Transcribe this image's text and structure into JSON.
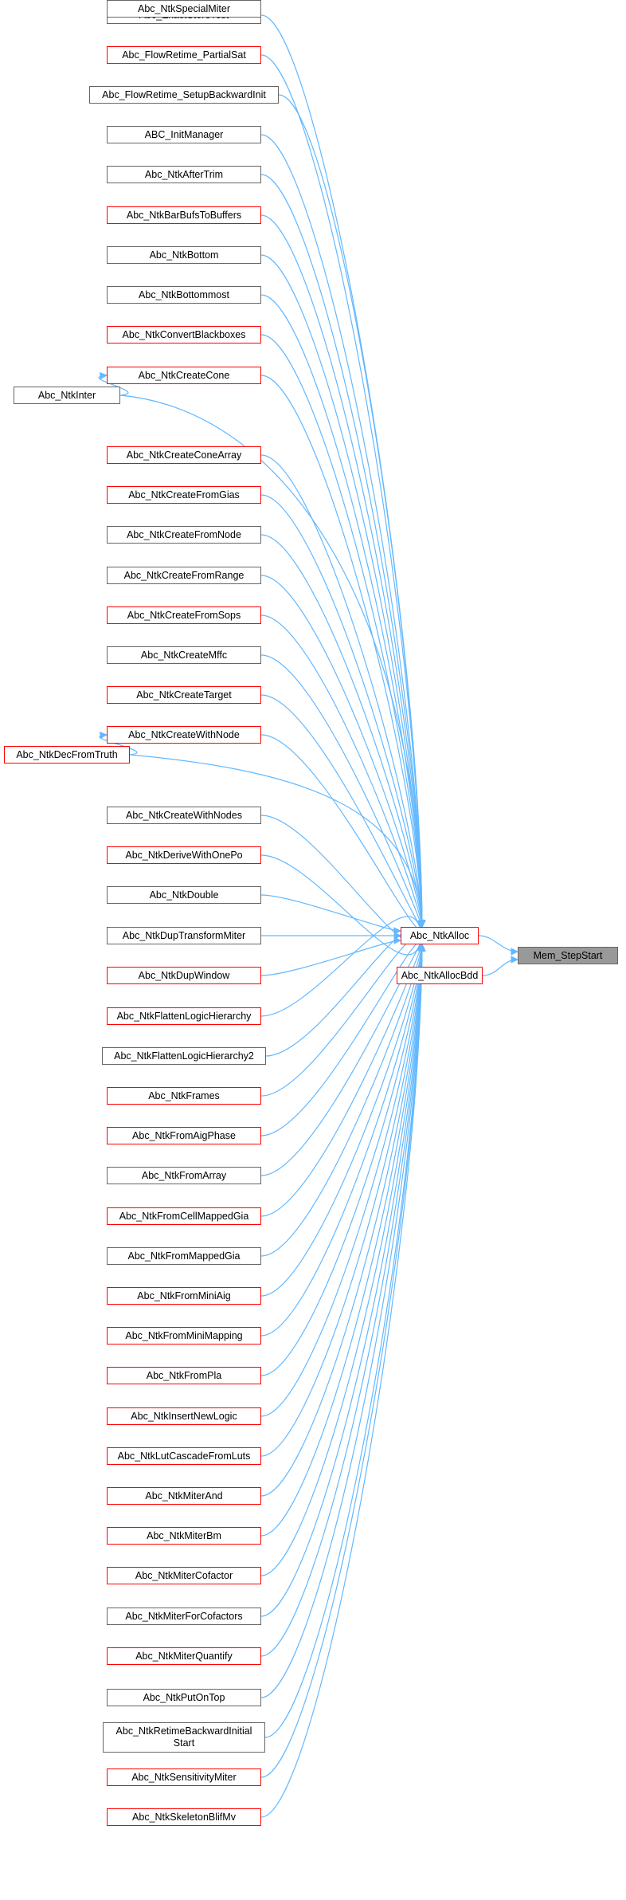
{
  "diagram": {
    "title": "Call graph of Mem_StepStart",
    "colors": {
      "edge": "#63b8ff",
      "node_border": "#666666",
      "node_border_red": "#ff0000",
      "focus_fill": "#999999"
    },
    "target": {
      "id": "mem_stepstart",
      "label": "Mem_StepStart"
    },
    "hubs": [
      {
        "id": "abc_ntkalloc",
        "label": "Abc_NtkAlloc",
        "red": true
      },
      {
        "id": "abc_ntkallocbdd",
        "label": "Abc_NtkAllocBdd",
        "red": true
      }
    ],
    "callers": [
      {
        "id": "abc_exactstoretest",
        "label": "Abc_ExactStoreTest",
        "red": false
      },
      {
        "id": "abc_flowretime_partialsat",
        "label": "Abc_FlowRetime_PartialSat",
        "red": true
      },
      {
        "id": "abc_flowretime_setupbackwardinit",
        "label": "Abc_FlowRetime_SetupBackwardInit",
        "red": false
      },
      {
        "id": "abc_initmanager",
        "label": "ABC_InitManager",
        "red": false
      },
      {
        "id": "abc_ntkaftertrim",
        "label": "Abc_NtkAfterTrim",
        "red": false
      },
      {
        "id": "abc_ntkbarbufstobuffers",
        "label": "Abc_NtkBarBufsToBuffers",
        "red": true
      },
      {
        "id": "abc_ntkbottom",
        "label": "Abc_NtkBottom",
        "red": false
      },
      {
        "id": "abc_ntkbottommost",
        "label": "Abc_NtkBottommost",
        "red": false
      },
      {
        "id": "abc_ntkconvertblackboxes",
        "label": "Abc_NtkConvertBlackboxes",
        "red": true
      },
      {
        "id": "abc_ntkcreatecone",
        "label": "Abc_NtkCreateCone",
        "red": true
      },
      {
        "id": "abc_ntkcreateconearray",
        "label": "Abc_NtkCreateConeArray",
        "red": true
      },
      {
        "id": "abc_ntkcreatefromgias",
        "label": "Abc_NtkCreateFromGias",
        "red": true
      },
      {
        "id": "abc_ntkcreatefromnode",
        "label": "Abc_NtkCreateFromNode",
        "red": false
      },
      {
        "id": "abc_ntkcreatefromrange",
        "label": "Abc_NtkCreateFromRange",
        "red": false
      },
      {
        "id": "abc_ntkcreatefromsops",
        "label": "Abc_NtkCreateFromSops",
        "red": true
      },
      {
        "id": "abc_ntkcreatemffc",
        "label": "Abc_NtkCreateMffc",
        "red": false
      },
      {
        "id": "abc_ntkcreatetarget",
        "label": "Abc_NtkCreateTarget",
        "red": true
      },
      {
        "id": "abc_ntkcreatewithnode",
        "label": "Abc_NtkCreateWithNode",
        "red": true
      },
      {
        "id": "abc_ntkcreatewithnodes",
        "label": "Abc_NtkCreateWithNodes",
        "red": false
      },
      {
        "id": "abc_ntkderivewithonepo",
        "label": "Abc_NtkDeriveWithOnePo",
        "red": true
      },
      {
        "id": "abc_ntkdouble",
        "label": "Abc_NtkDouble",
        "red": false
      },
      {
        "id": "abc_ntkduptransformmiter",
        "label": "Abc_NtkDupTransformMiter",
        "red": false
      },
      {
        "id": "abc_ntkdupwindow",
        "label": "Abc_NtkDupWindow",
        "red": true
      },
      {
        "id": "abc_ntkflattenlogichierarchy",
        "label": "Abc_NtkFlattenLogicHierarchy",
        "red": true
      },
      {
        "id": "abc_ntkflattenlogichierarchy2",
        "label": "Abc_NtkFlattenLogicHierarchy2",
        "red": false
      },
      {
        "id": "abc_ntkframes",
        "label": "Abc_NtkFrames",
        "red": true
      },
      {
        "id": "abc_ntkfromaigphase",
        "label": "Abc_NtkFromAigPhase",
        "red": true
      },
      {
        "id": "abc_ntkfromarray",
        "label": "Abc_NtkFromArray",
        "red": false
      },
      {
        "id": "abc_ntkfromcellmappedgia",
        "label": "Abc_NtkFromCellMappedGia",
        "red": true
      },
      {
        "id": "abc_ntkfrommappedgia",
        "label": "Abc_NtkFromMappedGia",
        "red": false
      },
      {
        "id": "abc_ntkfromminiaig",
        "label": "Abc_NtkFromMiniAig",
        "red": true
      },
      {
        "id": "abc_ntkfromminimapping",
        "label": "Abc_NtkFromMiniMapping",
        "red": true
      },
      {
        "id": "abc_ntkfrompla",
        "label": "Abc_NtkFromPla",
        "red": true
      },
      {
        "id": "abc_ntkinsertnewlogic",
        "label": "Abc_NtkInsertNewLogic",
        "red": true
      },
      {
        "id": "abc_ntklutcascadefromluts",
        "label": "Abc_NtkLutCascadeFromLuts",
        "red": true
      },
      {
        "id": "abc_ntkmiterand",
        "label": "Abc_NtkMiterAnd",
        "red": true
      },
      {
        "id": "abc_ntkmiterbm",
        "label": "Abc_NtkMiterBm",
        "red": true
      },
      {
        "id": "abc_ntkmitercofactor",
        "label": "Abc_NtkMiterCofactor",
        "red": true
      },
      {
        "id": "abc_ntkmiterforcofactors",
        "label": "Abc_NtkMiterForCofactors",
        "red": false
      },
      {
        "id": "abc_ntkmiterquantify",
        "label": "Abc_NtkMiterQuantify",
        "red": true
      },
      {
        "id": "abc_ntkputontop",
        "label": "Abc_NtkPutOnTop",
        "red": false
      },
      {
        "id": "abc_ntkretimebackwardinitialstart",
        "label": "Abc_NtkRetimeBackwardInitial Start",
        "lines": [
          "Abc_NtkRetimeBackwardInitial",
          "Start"
        ],
        "red": false
      },
      {
        "id": "abc_ntksensitivitymiter",
        "label": "Abc_NtkSensitivityMiter",
        "red": true
      },
      {
        "id": "abc_ntkskeletonblifmv",
        "label": "Abc_NtkSkeletonBlifMv",
        "red": true
      },
      {
        "id": "abc_ntkspecialmiter",
        "label": "Abc_NtkSpecialMiter",
        "red": false
      }
    ],
    "second_level": [
      {
        "id": "abc_ntkinter",
        "label": "Abc_NtkInter",
        "red": false,
        "calls": [
          "abc_ntkcreatecone",
          "abc_ntkalloc"
        ]
      },
      {
        "id": "abc_ntkdecfromtruth",
        "label": "Abc_NtkDecFromTruth",
        "red": true,
        "calls": [
          "abc_ntkcreatewithnode",
          "abc_ntkalloc"
        ]
      }
    ]
  }
}
